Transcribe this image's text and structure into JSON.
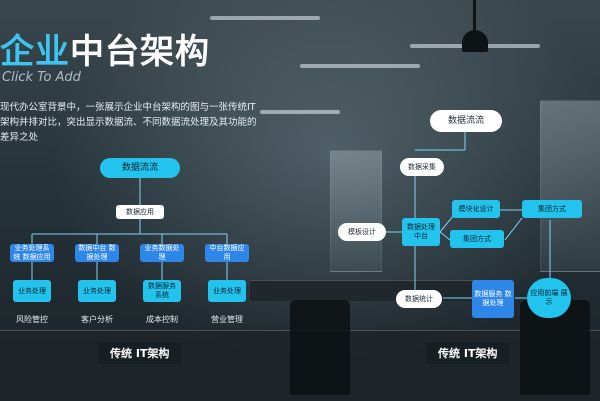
{
  "title": {
    "accent": "企业",
    "rest": "中台架构"
  },
  "subtitle": "Click To Add",
  "intro": "现代办公室背景中，一张展示企业中台架构的图与一张传统IT架构并排对比，突出显示数据流、不同数据流处理及其功能的差异之处",
  "left_diagram": {
    "top": "数据流流",
    "mid": "数据应用",
    "layer1": [
      "业务处理系统 数据应用",
      "数据中台 数据处理",
      "业务数据处理",
      "中台数据应用"
    ],
    "layer2": [
      "业务处理",
      "业务处理",
      "数据服务系统",
      "业务处理"
    ],
    "labels": [
      "风险管控",
      "客户分析",
      "成本控制",
      "营业管理"
    ],
    "footer": "传统 IT架构"
  },
  "right_diagram": {
    "top": "数据流流",
    "collect": "数据采集",
    "model": "模板设计",
    "center": "数据处理 中台",
    "modular": "模块化设计",
    "group": "集团方式",
    "group2": "集团方式",
    "stats": "数据统计",
    "service": "数据服务 数据处理",
    "apply": "应用前端 展示",
    "footer": "传统 IT架构"
  }
}
